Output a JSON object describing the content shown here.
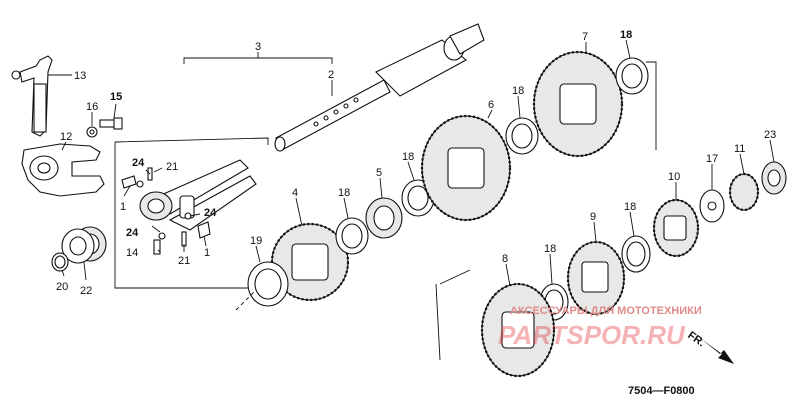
{
  "diagram": {
    "code": "7504—F0800",
    "watermark": {
      "tagline": "АКСЕССУАРЫ ДЛЯ МОТОТЕХНИКИ",
      "logo_text": "PARTSPOR.RU"
    },
    "fr_mark": "FR.",
    "callouts": [
      {
        "id": "c13",
        "label": "13"
      },
      {
        "id": "c16",
        "label": "16"
      },
      {
        "id": "c15",
        "label": "15"
      },
      {
        "id": "c12",
        "label": "12"
      },
      {
        "id": "c3",
        "label": "3"
      },
      {
        "id": "c2",
        "label": "2"
      },
      {
        "id": "c24a",
        "label": "24"
      },
      {
        "id": "c21a",
        "label": "21"
      },
      {
        "id": "c1a",
        "label": "1"
      },
      {
        "id": "c24b",
        "label": "24"
      },
      {
        "id": "c24c",
        "label": "24"
      },
      {
        "id": "c1b",
        "label": "1"
      },
      {
        "id": "c14",
        "label": "14"
      },
      {
        "id": "c21b",
        "label": "21"
      },
      {
        "id": "c20",
        "label": "20"
      },
      {
        "id": "c22",
        "label": "22"
      },
      {
        "id": "c4",
        "label": "4"
      },
      {
        "id": "c19",
        "label": "19"
      },
      {
        "id": "c18a",
        "label": "18"
      },
      {
        "id": "c5",
        "label": "5"
      },
      {
        "id": "c18b",
        "label": "18"
      },
      {
        "id": "c6",
        "label": "6"
      },
      {
        "id": "c18c",
        "label": "18"
      },
      {
        "id": "c7",
        "label": "7"
      },
      {
        "id": "c18d",
        "label": "18"
      },
      {
        "id": "c23",
        "label": "23"
      },
      {
        "id": "c11",
        "label": "11"
      },
      {
        "id": "c17",
        "label": "17"
      },
      {
        "id": "c10",
        "label": "10"
      },
      {
        "id": "c18e",
        "label": "18"
      },
      {
        "id": "c9",
        "label": "9"
      },
      {
        "id": "c18f",
        "label": "18"
      },
      {
        "id": "c8",
        "label": "8"
      }
    ]
  }
}
